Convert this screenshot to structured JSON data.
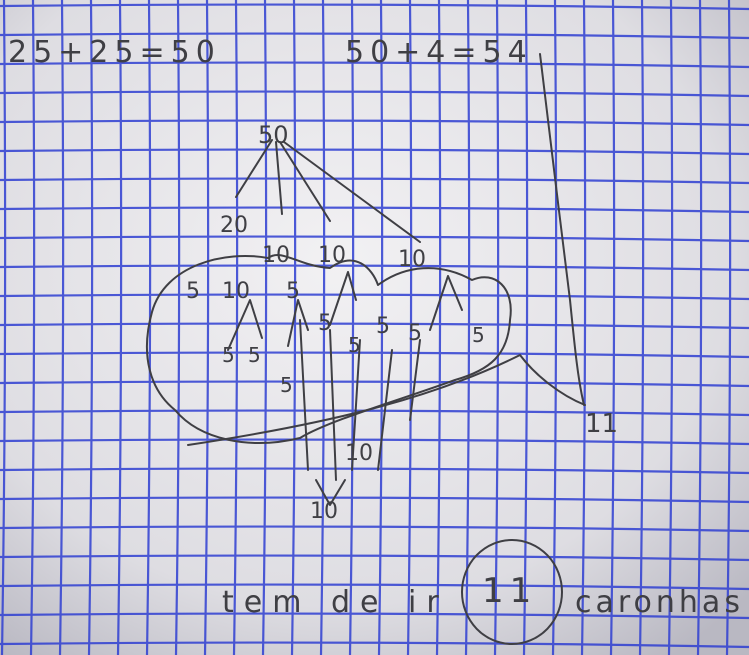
{
  "top_equations": {
    "left": "25+25=50",
    "right": "50+4=54"
  },
  "tree": {
    "root": "50",
    "level_one": [
      "20",
      "10",
      "10",
      "10"
    ],
    "level_two": [
      "5",
      "10",
      "5",
      "5",
      "5",
      "5"
    ],
    "level_three": [
      "5",
      "5",
      "5",
      "5",
      "5"
    ],
    "lower": [
      "10",
      "10"
    ],
    "right_total": "11"
  },
  "answer": {
    "prefix": "tem de ir",
    "number": "11",
    "suffix": "caronhas"
  },
  "colors": {
    "paper": "#e9e8ea",
    "grid": "#2f3fd2",
    "pencil": "#3f3f44"
  }
}
